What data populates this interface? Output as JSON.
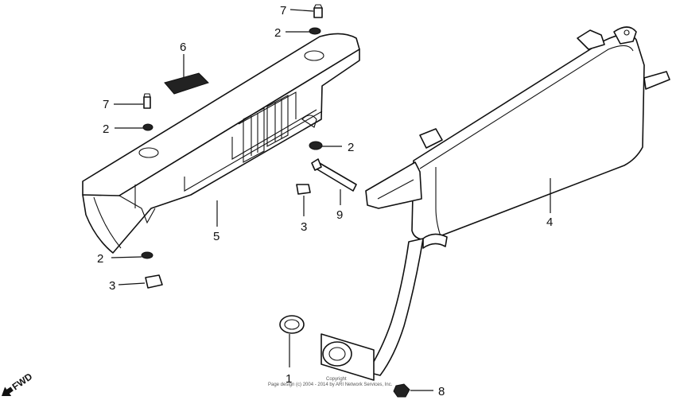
{
  "diagram": {
    "callouts": [
      {
        "id": "c7a",
        "label": "7"
      },
      {
        "id": "c2a",
        "label": "2"
      },
      {
        "id": "c6",
        "label": "6"
      },
      {
        "id": "c7b",
        "label": "7"
      },
      {
        "id": "c2b",
        "label": "2"
      },
      {
        "id": "c2c",
        "label": "2"
      },
      {
        "id": "c9",
        "label": "9"
      },
      {
        "id": "c3a",
        "label": "3"
      },
      {
        "id": "c5",
        "label": "5"
      },
      {
        "id": "c4",
        "label": "4"
      },
      {
        "id": "c2d",
        "label": "2"
      },
      {
        "id": "c3b",
        "label": "3"
      },
      {
        "id": "c1",
        "label": "1"
      },
      {
        "id": "c8",
        "label": "8"
      }
    ],
    "fwd_label": "FWD",
    "copyright_line1": "Copyright",
    "copyright_line2": "Page design (c) 2004 - 2014 by ARI Network Services, Inc."
  }
}
